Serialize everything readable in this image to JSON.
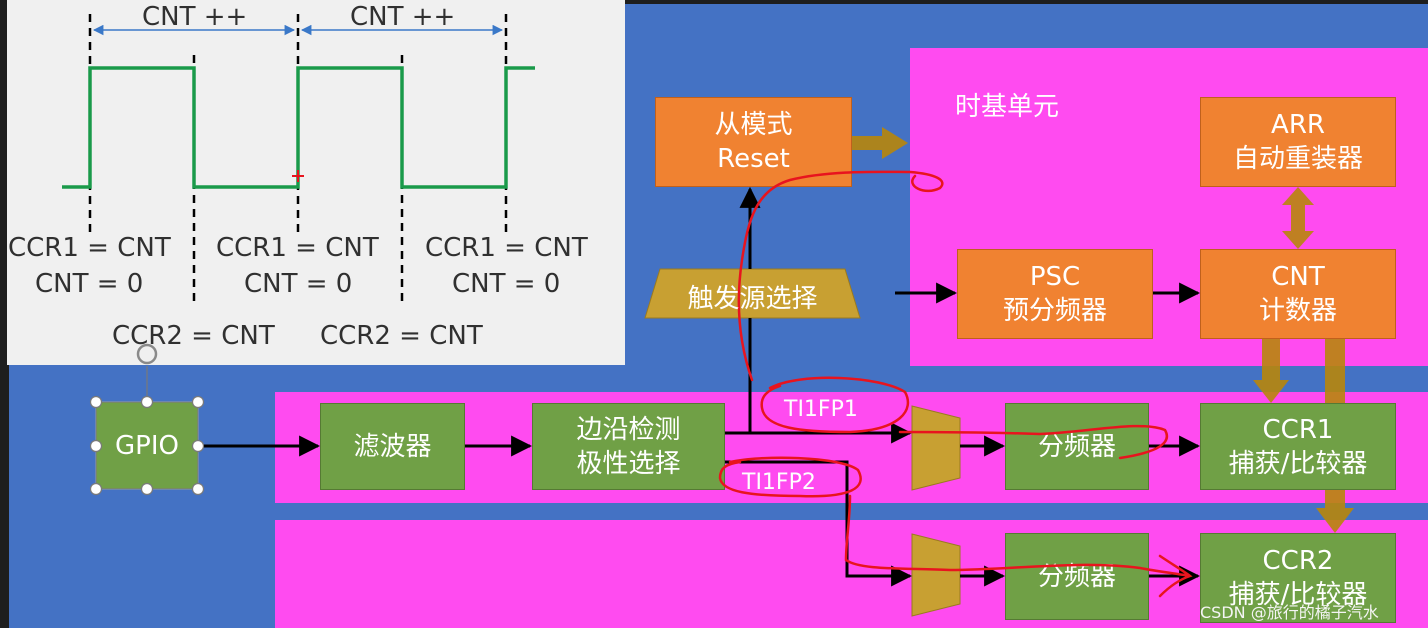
{
  "waveform": {
    "cnt_label_1": "CNT ++",
    "cnt_label_2": "CNT ++",
    "ccr1_line1_a": "CCR1 = CNT",
    "ccr1_line2_a": "CNT = 0",
    "ccr1_line1_b": "CCR1 = CNT",
    "ccr1_line2_b": "CNT = 0",
    "ccr1_line1_c": "CCR1 = CNT",
    "ccr1_line2_c": "CNT = 0",
    "ccr2_a": "CCR2 = CNT",
    "ccr2_b": "CCR2 = CNT"
  },
  "timebase": {
    "title": "时基单元"
  },
  "blocks": {
    "slave_mode": {
      "line1": "从模式",
      "line2": "Reset"
    },
    "arr": {
      "line1": "ARR",
      "line2": "自动重装器"
    },
    "psc": {
      "line1": "PSC",
      "line2": "预分频器"
    },
    "cnt": {
      "line1": "CNT",
      "line2": "计数器"
    },
    "trigger_select": {
      "label": "触发源选择"
    },
    "gpio": {
      "label": "GPIO"
    },
    "filter": {
      "label": "滤波器"
    },
    "edge_detect": {
      "line1": "边沿检测",
      "line2": "极性选择"
    },
    "prescaler_1": {
      "label": "分频器"
    },
    "prescaler_2": {
      "label": "分频器"
    },
    "ccr1": {
      "line1": "CCR1",
      "line2": "捕获/比较器"
    },
    "ccr2": {
      "line1": "CCR2",
      "line2": "捕获/比较器"
    }
  },
  "signals": {
    "ti1fp1": "TI1FP1",
    "ti1fp2": "TI1FP2"
  },
  "watermark": "CSDN @旅行的橘子汽水",
  "colors": {
    "background": "#4472c4",
    "panel_magenta": "#ff4bf0",
    "block_orange": "#f08231",
    "block_green": "#70a046",
    "mux_gold": "#c8a032",
    "arrow_gold": "#b8860b",
    "waveform_green": "#1a9a4a",
    "annotation_red": "#e8141e"
  }
}
